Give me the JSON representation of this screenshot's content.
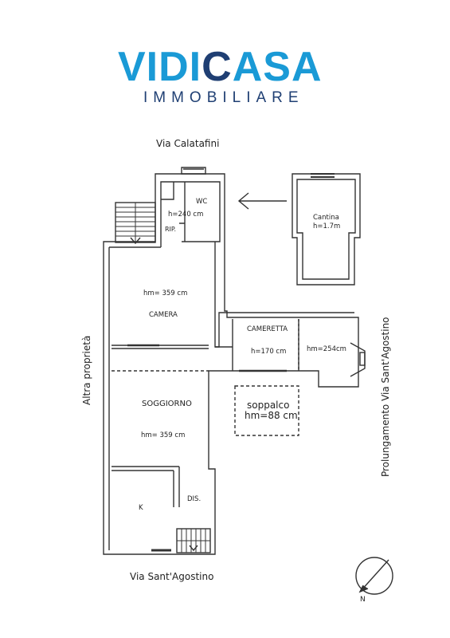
{
  "logo": {
    "brand_prefix": "VIDI",
    "brand_mark": "C",
    "brand_suffix": "ASA",
    "subtitle": "IMMOBILIARE"
  },
  "brand_colors": {
    "light_blue": "#1a9ad6",
    "navy": "#1f3f73",
    "orange": "#e8962b"
  },
  "streets": {
    "top": "Via Calatafini",
    "bottom": "Via Sant'Agostino",
    "left": "Altra proprietà",
    "right": "Prolungamento Via Sant'Agostino"
  },
  "rooms": {
    "wc": "WC",
    "wc_height": "h=240 cm",
    "rip": "RIP.",
    "cantina": "Cantina",
    "cantina_height": "h=1.7m",
    "camera_height": "hm= 359 cm",
    "camera": "CAMERA",
    "cameretta": "CAMERETTA",
    "cameretta_height": "h=170 cm",
    "side_height": "hm=254cm",
    "soggiorno": "SOGGIORNO",
    "soggiorno_height": "hm= 359 cm",
    "soppalco": "soppalco",
    "soppalco_height": "hm=88 cm",
    "kitchen": "K",
    "dis": "DIS."
  },
  "compass": {
    "north_label": "N"
  }
}
